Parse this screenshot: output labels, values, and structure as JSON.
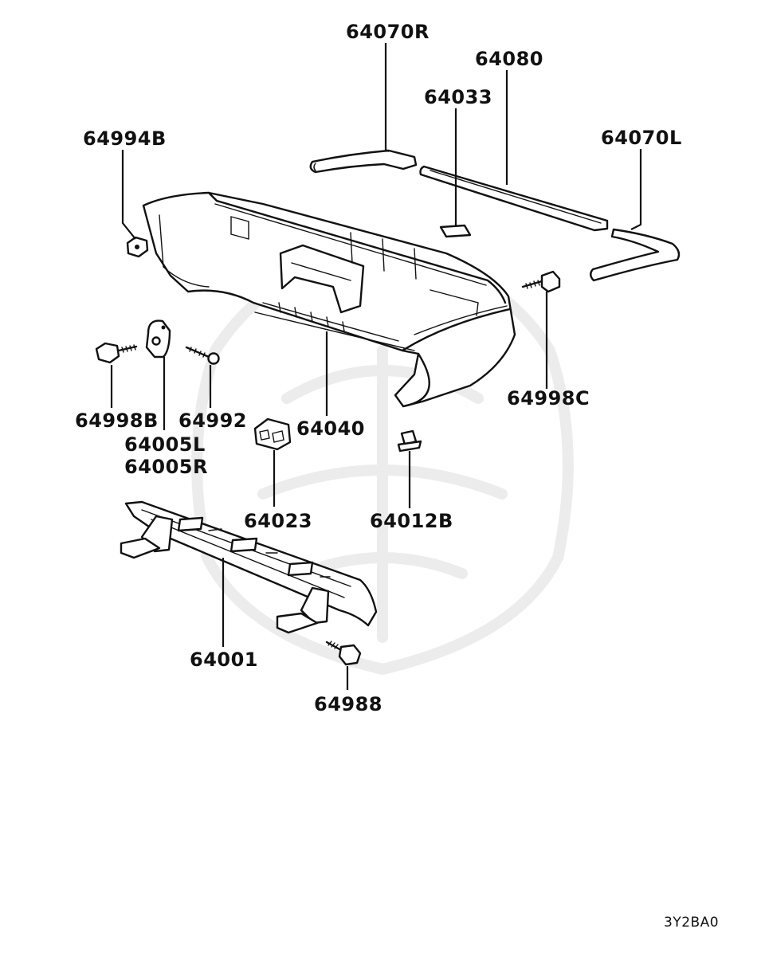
{
  "callouts": {
    "p64070R": "64070R",
    "p64080": "64080",
    "p64033": "64033",
    "p64994B": "64994B",
    "p64070L": "64070L",
    "p64998C": "64998C",
    "p64998B": "64998B",
    "p64992": "64992",
    "p64040": "64040",
    "p64005L": "64005L",
    "p64005R": "64005R",
    "p64023": "64023",
    "p64012B": "64012B",
    "p64001": "64001",
    "p64988": "64988"
  },
  "diagram_code": "3Y2BA0",
  "parts": [
    "bumper-cover",
    "bumper-reinforcement",
    "end-cap-right",
    "end-cap-left",
    "center-molding",
    "pad",
    "nut",
    "bolt",
    "screw",
    "bracket",
    "clip",
    "retainer"
  ]
}
